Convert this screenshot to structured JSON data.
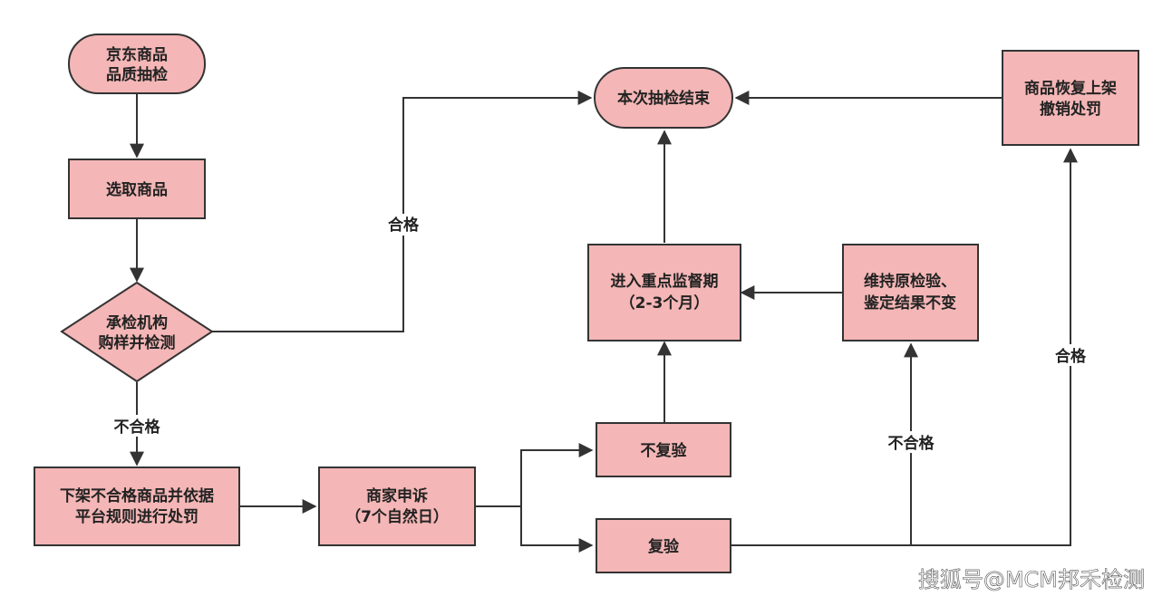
{
  "colors": {
    "node_fill": "#f4b6b6",
    "stroke": "#333333"
  },
  "nodes": {
    "start": [
      "京东商品",
      "品质抽检"
    ],
    "select": [
      "选取商品"
    ],
    "inspect": [
      "承检机构",
      "购样并检测"
    ],
    "delist": [
      "下架不合格商品并依据",
      "平台规则进行处罚"
    ],
    "appeal": [
      "商家申诉",
      "（7个自然日）"
    ],
    "no_recheck": [
      "不复验"
    ],
    "recheck": [
      "复验"
    ],
    "supervision": [
      "进入重点监督期",
      "（2-3个月）"
    ],
    "maintain": [
      "维持原检验、",
      "鉴定结果不变"
    ],
    "end": [
      "本次抽检结束"
    ],
    "restore": [
      "商品恢复上架",
      "撤销处罚"
    ]
  },
  "edge_labels": {
    "pass_to_end": "合格",
    "fail_from_inspect": "不合格",
    "fail_from_recheck": "不合格",
    "pass_to_restore": "合格"
  },
  "watermark": "搜狐号@MCM邦禾检测"
}
